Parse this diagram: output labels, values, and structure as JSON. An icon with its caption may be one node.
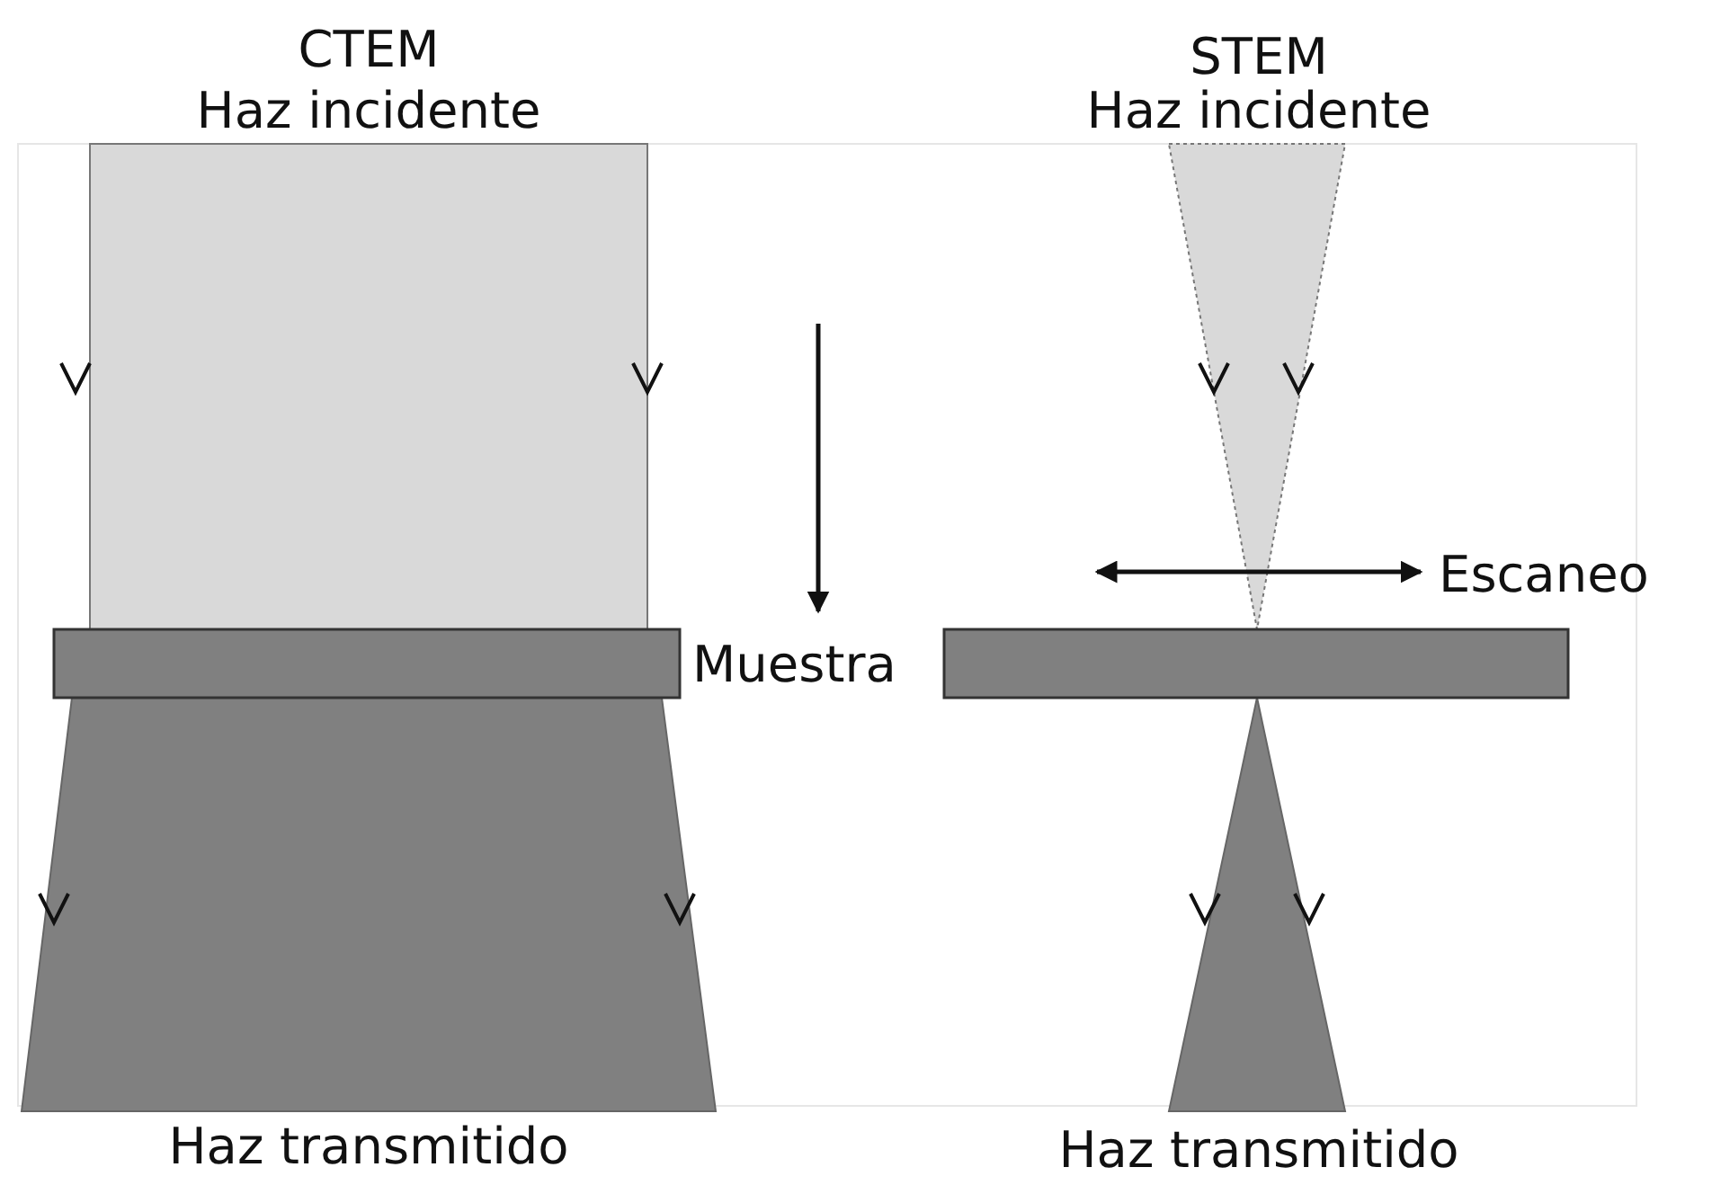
{
  "diagram": {
    "labels": [
      "CTEM",
      "Haz incidente",
      "STEM",
      "Haz incidente",
      "Muestra",
      "Escaneo",
      "Haz transmitido",
      "Haz transmitido"
    ]
  }
}
